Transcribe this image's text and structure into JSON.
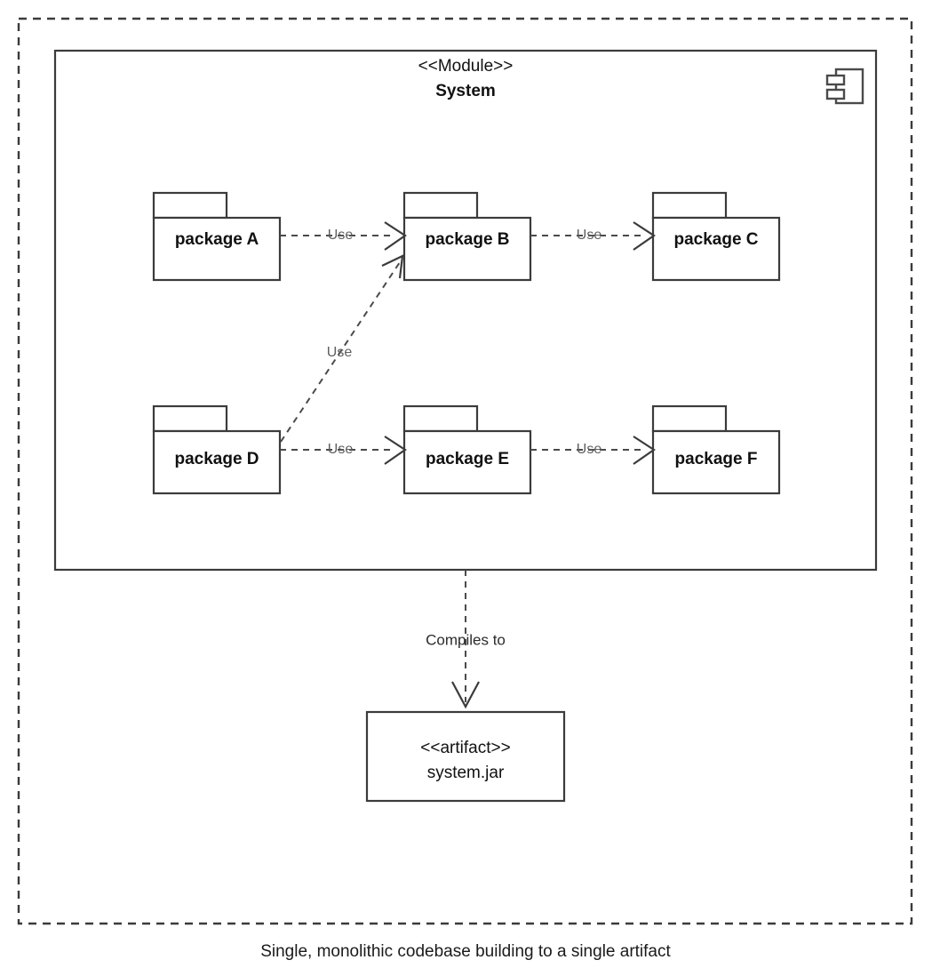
{
  "diagram": {
    "type": "uml-component-package-diagram",
    "caption": "Single, monolithic codebase building to a single artifact",
    "module": {
      "stereotype": "<<Module>>",
      "name": "System",
      "icon": "component-icon"
    },
    "packages": [
      {
        "id": "A",
        "label": "package A"
      },
      {
        "id": "B",
        "label": "package B"
      },
      {
        "id": "C",
        "label": "package C"
      },
      {
        "id": "D",
        "label": "package D"
      },
      {
        "id": "E",
        "label": "package E"
      },
      {
        "id": "F",
        "label": "package F"
      }
    ],
    "artifact": {
      "stereotype": "<<artifact>>",
      "name": "system.jar"
    },
    "edges": [
      {
        "from": "A",
        "to": "B",
        "label": "Use"
      },
      {
        "from": "B",
        "to": "C",
        "label": "Use"
      },
      {
        "from": "D",
        "to": "B",
        "label": "Use"
      },
      {
        "from": "D",
        "to": "E",
        "label": "Use"
      },
      {
        "from": "E",
        "to": "F",
        "label": "Use"
      },
      {
        "from": "System",
        "to": "system.jar",
        "label": "Compiles to"
      }
    ],
    "colors": {
      "stroke": "#3b3b3b",
      "edge": "#4a4a4a",
      "label": "#5f5f5f",
      "background": "#ffffff"
    }
  }
}
